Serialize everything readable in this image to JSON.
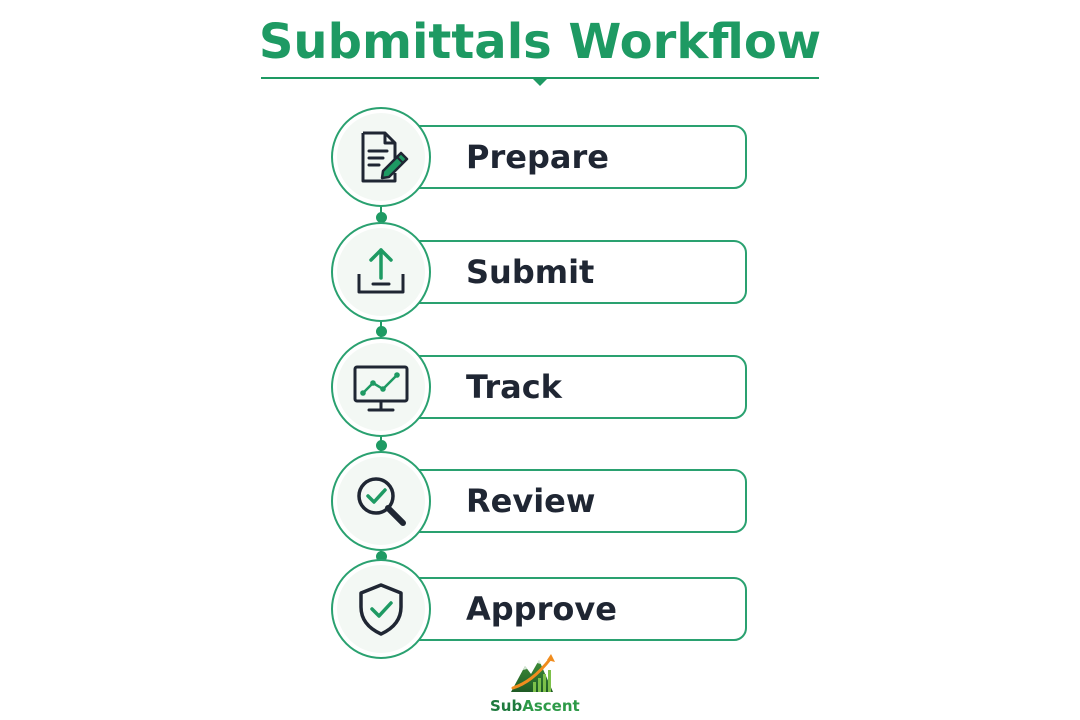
{
  "title": "Submittals Workflow",
  "colors": {
    "accent": "#1e9a63",
    "text": "#1f2633",
    "icon_dark": "#1f2633"
  },
  "steps": [
    {
      "label": "Prepare",
      "icon": "document-edit-icon"
    },
    {
      "label": "Submit",
      "icon": "upload-tray-icon"
    },
    {
      "label": "Track",
      "icon": "monitor-chart-icon"
    },
    {
      "label": "Review",
      "icon": "magnifier-check-icon"
    },
    {
      "label": "Approve",
      "icon": "shield-check-icon"
    }
  ],
  "logo": {
    "text_sub": "Sub",
    "text_ascent": "Ascent"
  }
}
